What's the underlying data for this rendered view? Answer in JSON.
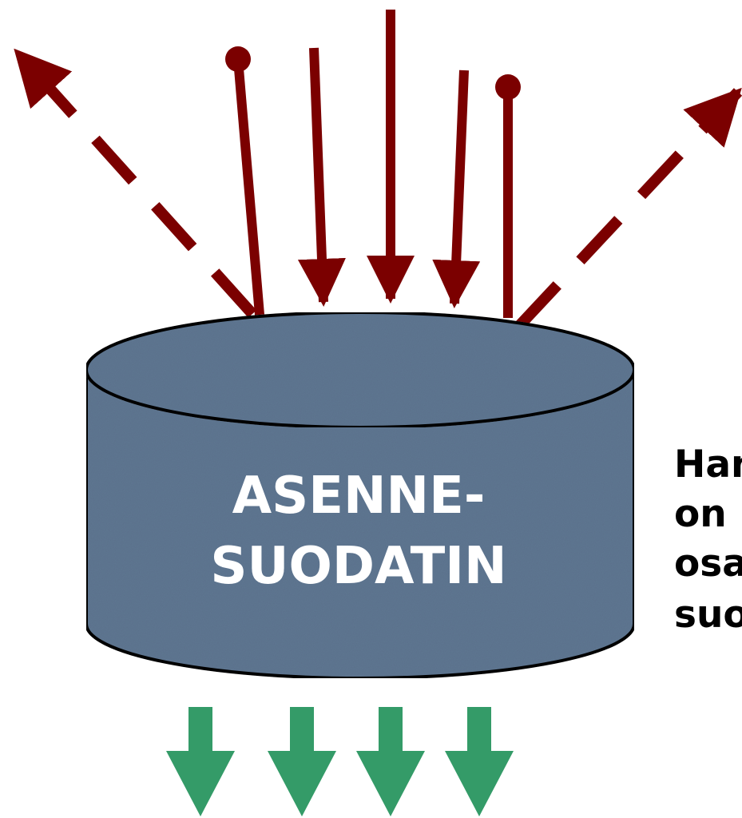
{
  "filter": {
    "label_line1": "ASENNE-",
    "label_line2": "SUODATIN",
    "fill_color": "#5e7691"
  },
  "incoming_color": "#7b0000",
  "output_color": "#349b68",
  "side_text": {
    "line1": "Han",
    "line2": "on",
    "line3": "osa",
    "line4": "suo"
  }
}
